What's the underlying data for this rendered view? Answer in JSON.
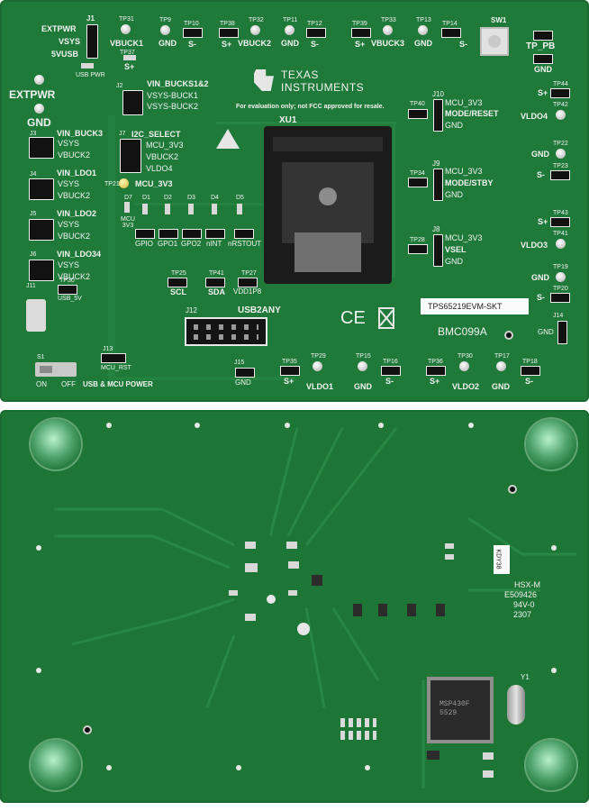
{
  "top": {
    "j1": {
      "ref": "J1",
      "lines": [
        "EXTPWR",
        "VSYS",
        "5VUSB"
      ]
    },
    "usb_pwr": "USB PWR",
    "extpwr": "EXTPWR",
    "gnd_left": "GND",
    "tp_row": [
      {
        "ref": "TP31",
        "label": "VBUCK1"
      },
      {
        "ref": "TP9",
        "label": "GND"
      },
      {
        "ref": "TP10",
        "label": "S-"
      },
      {
        "ref": "TP38",
        "label": "S+"
      },
      {
        "ref": "TP32",
        "label": "VBUCK2"
      },
      {
        "ref": "TP11",
        "label": "GND"
      },
      {
        "ref": "TP12",
        "label": "S-"
      },
      {
        "ref": "TP39",
        "label": "S+"
      },
      {
        "ref": "TP33",
        "label": "VBUCK3"
      },
      {
        "ref": "TP13",
        "label": "GND"
      },
      {
        "ref": "TP14",
        "label": "S-"
      }
    ],
    "tp37": {
      "ref": "TP37",
      "label": "S+"
    },
    "sw1": "SW1",
    "tp_pb": "TP_PB",
    "gnd_tp_pb": "GND",
    "ti_logo_line1": "TEXAS",
    "ti_logo_line2": "INSTRUMENTS",
    "disclaimer": "For evaluation only; not FCC approved for resale.",
    "xu1": "XU1",
    "j2": {
      "ref": "J2",
      "title": "VIN_BUCKS1&2",
      "lines": [
        "VSYS-BUCK1",
        "VSYS-BUCK2"
      ]
    },
    "j3": {
      "ref": "J3",
      "title": "VIN_BUCK3",
      "lines": [
        "VSYS",
        "VBUCK2"
      ]
    },
    "j4": {
      "ref": "J4",
      "title": "VIN_LDO1",
      "lines": [
        "VSYS",
        "VBUCK2"
      ]
    },
    "j5": {
      "ref": "J5",
      "title": "VIN_LDO2",
      "lines": [
        "VSYS",
        "VBUCK2"
      ]
    },
    "j6": {
      "ref": "J6",
      "title": "VIN_LDO34",
      "lines": [
        "VSYS",
        "VBUCK2"
      ]
    },
    "j7": {
      "ref": "J7",
      "title": "I2C_SELECT",
      "lines": [
        "MCU_3V3",
        "VBUCK2",
        "VLDO4"
      ]
    },
    "tp21": {
      "ref": "TP21",
      "label": "MCU_3V3"
    },
    "leds": [
      {
        "ref": "D7",
        "label": "MCU 3V3"
      },
      {
        "ref": "D1",
        "label": "GPIO"
      },
      {
        "ref": "D2",
        "label": "GPO1"
      },
      {
        "ref": "D3",
        "label": "GPO2"
      },
      {
        "ref": "D4",
        "label": "nINT"
      },
      {
        "ref": "D5",
        "label": "nRSTOUT"
      }
    ],
    "scl": {
      "ref": "TP25",
      "label": "SCL"
    },
    "sda": {
      "ref": "TP41",
      "label": "SDA"
    },
    "vdd1p8": {
      "ref": "TP27",
      "label": "VDD1P8"
    },
    "j12": {
      "ref": "J12",
      "label": "USB2ANY"
    },
    "j10": {
      "ref": "J10",
      "lines": [
        "MCU_3V3",
        "MODE/RESET",
        "GND"
      ],
      "tp": "TP40"
    },
    "j9": {
      "ref": "J9",
      "lines": [
        "MCU_3V3",
        "MODE/STBY",
        "GND"
      ],
      "tp": "TP34"
    },
    "j8": {
      "ref": "J8",
      "lines": [
        "MCU_3V3",
        "VSEL",
        "GND"
      ],
      "tp": "TP28"
    },
    "right_tps": [
      {
        "ref": "TP44",
        "label": "S+"
      },
      {
        "ref": "TP42",
        "label": "VLDO4"
      },
      {
        "ref": "TP22",
        "label": "GND"
      },
      {
        "ref": "TP23",
        "label": "S-"
      },
      {
        "ref": "TP43",
        "label": "S+"
      },
      {
        "ref": "TP41",
        "label": "VLDO3"
      },
      {
        "ref": "TP19",
        "label": "GND"
      },
      {
        "ref": "TP20",
        "label": "S-"
      }
    ],
    "part_label": "TPS65219EVM-SKT",
    "bmc": "BMC099A",
    "j14": {
      "ref": "J14",
      "label": "GND"
    },
    "j11": "J11",
    "tp30": "TP30",
    "usb_5v": "USB_5V",
    "j13": {
      "ref": "J13",
      "label": "MCU_RST"
    },
    "s1": {
      "ref": "S1",
      "on": "ON",
      "off": "OFF",
      "caption": "USB & MCU POWER"
    },
    "j15": {
      "ref": "J15",
      "label": "GND"
    },
    "bottom_tps": [
      {
        "ref": "TP35",
        "label": "S+"
      },
      {
        "ref": "TP29",
        "label": "VLDO1"
      },
      {
        "ref": "TP15",
        "label": "GND"
      },
      {
        "ref": "TP16",
        "label": "S-"
      },
      {
        "ref": "TP36",
        "label": "S+"
      },
      {
        "ref": "TP30",
        "label": "VLDO2"
      },
      {
        "ref": "TP17",
        "label": "GND"
      },
      {
        "ref": "TP18",
        "label": "S-"
      }
    ]
  },
  "bottom": {
    "hsx": [
      "HSX-M",
      "E509426",
      "94V-0",
      "2307"
    ],
    "y1": "Y1",
    "sticker": "KDY38",
    "ic_text": [
      "MSP430F",
      "5529"
    ]
  }
}
